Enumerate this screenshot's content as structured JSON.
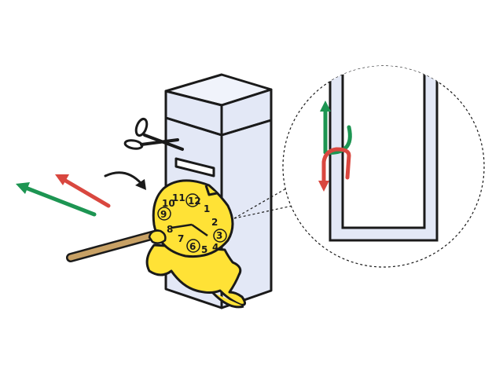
{
  "colors": {
    "outline": "#1a1a1a",
    "box_fill": "#e3e8f6",
    "box_fill_light": "#f0f3fb",
    "character_yellow": "#ffe236",
    "stick_brown": "#c8a165",
    "arrow_green": "#1d9552",
    "arrow_red": "#d9473f"
  },
  "clock_numbers": [
    "12",
    "1",
    "2",
    "3",
    "4",
    "5",
    "6",
    "7",
    "8",
    "9",
    "10",
    "11"
  ],
  "icons": {
    "scissors": "scissors-icon",
    "curved_arrow": "curved-arrow-icon",
    "magnifier": "zoom-callout"
  }
}
